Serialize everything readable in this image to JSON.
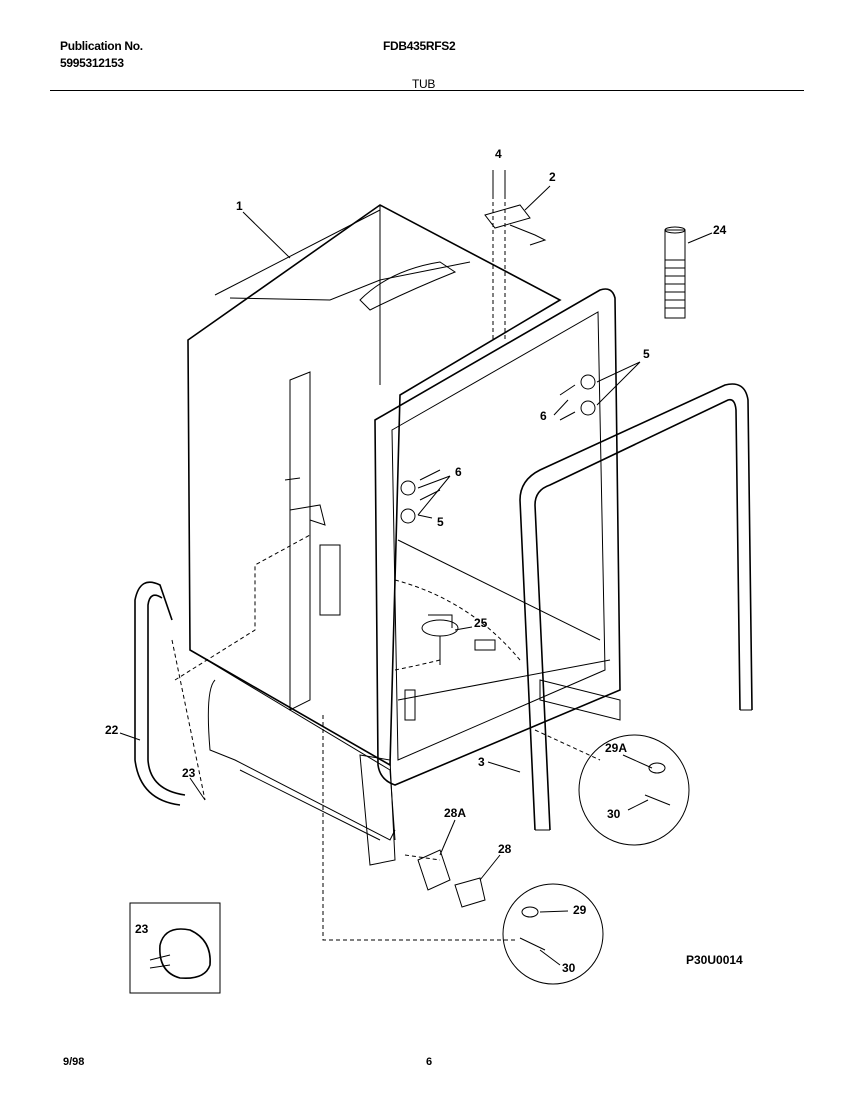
{
  "header": {
    "publication_label": "Publication No.",
    "publication_number": "5995312153",
    "model": "FDB435RFS2",
    "section": "TUB"
  },
  "diagram_code": "P30U0014",
  "footer": {
    "date": "9/98",
    "page": "6"
  },
  "callouts": [
    "1",
    "2",
    "3",
    "4",
    "5",
    "5",
    "6",
    "6",
    "22",
    "23",
    "23",
    "24",
    "25",
    "28",
    "28A",
    "29",
    "29A",
    "30",
    "30"
  ]
}
